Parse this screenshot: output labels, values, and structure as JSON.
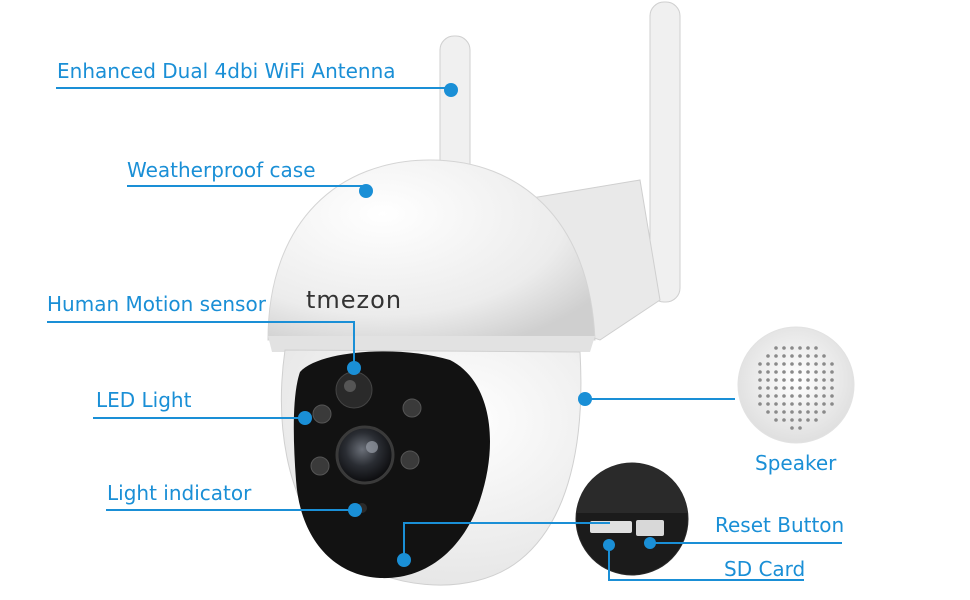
{
  "brand": {
    "logo_text": "tmezon"
  },
  "callouts": {
    "antenna": "Enhanced Dual 4dbi WiFi Antenna",
    "case": "Weatherproof case",
    "motion": "Human Motion sensor",
    "led": "LED Light",
    "indicator": "Light indicator",
    "speaker": "Speaker",
    "reset": "Reset Button",
    "sd": "SD Card"
  },
  "colors": {
    "accent": "#1a8fd6",
    "camera_white": "#f2f2f2",
    "lens_black": "#111111"
  }
}
